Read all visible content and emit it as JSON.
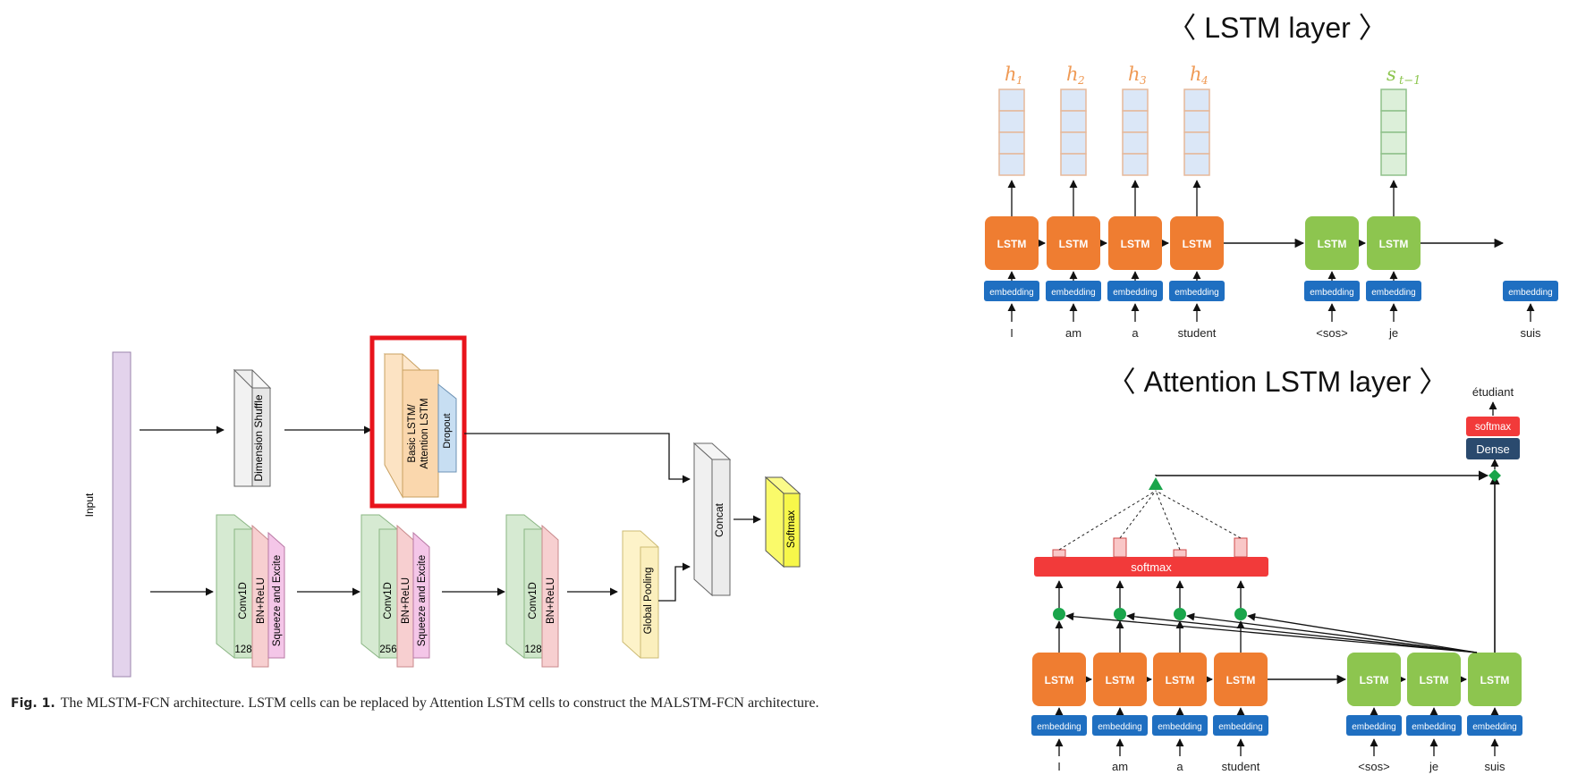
{
  "left": {
    "input_label": "Input",
    "dimension_shuffle_label": "Dimension Shuffle",
    "lstm_block_line1": "Basic LSTM/",
    "lstm_block_line2": "Attention LSTM",
    "dropout_label": "Dropout",
    "concat_label": "Concat",
    "softmax_label": "Softmax",
    "global_pooling_label": "Global Pooling",
    "conv_blocks": [
      {
        "conv_label": "Conv1D",
        "filters": "128",
        "bn_label": "BN+ReLU",
        "se_label": "Squeeze and Excite"
      },
      {
        "conv_label": "Conv1D",
        "filters": "256",
        "bn_label": "BN+ReLU",
        "se_label": "Squeeze and Excite"
      },
      {
        "conv_label": "Conv1D",
        "filters": "128",
        "bn_label": "BN+ReLU"
      }
    ],
    "highlight_color": "#e8141c"
  },
  "caption": {
    "fig": "Fig. 1.",
    "text": "The MLSTM-FCN architecture. LSTM cells can be replaced by Attention LSTM cells to construct the MALSTM-FCN architecture."
  },
  "lstm_panel": {
    "title": "〈 LSTM layer 〉",
    "hidden": [
      "h",
      "h",
      "h",
      "h"
    ],
    "hidden_subs": [
      "1",
      "2",
      "3",
      "4"
    ],
    "state_label": "s",
    "state_sub": "t−1",
    "cell_label": "LSTM",
    "embedding_label": "embedding",
    "encoder_words": [
      "I",
      "am",
      "a",
      "student"
    ],
    "decoder_words": [
      "<sos>",
      "je"
    ],
    "extra_word": "suis"
  },
  "attention_panel": {
    "title": "〈 Attention LSTM layer 〉",
    "output_word": "étudiant",
    "softmax_small": "softmax",
    "dense_label": "Dense",
    "softmax_bar": "softmax",
    "cell_label": "LSTM",
    "embedding_label": "embedding",
    "encoder_words": [
      "I",
      "am",
      "a",
      "student"
    ],
    "decoder_words": [
      "<sos>",
      "je",
      "suis"
    ],
    "attention_weights": [
      0.25,
      0.75,
      0.2,
      0.75
    ]
  },
  "colors": {
    "encoder_orange": "#ef7d31",
    "decoder_green": "#8dc54f",
    "embedding_blue": "#1f6fc1",
    "softmax_red": "#f23a3a",
    "dense_navy": "#2a4a6e",
    "node_green": "#1aa54b"
  }
}
